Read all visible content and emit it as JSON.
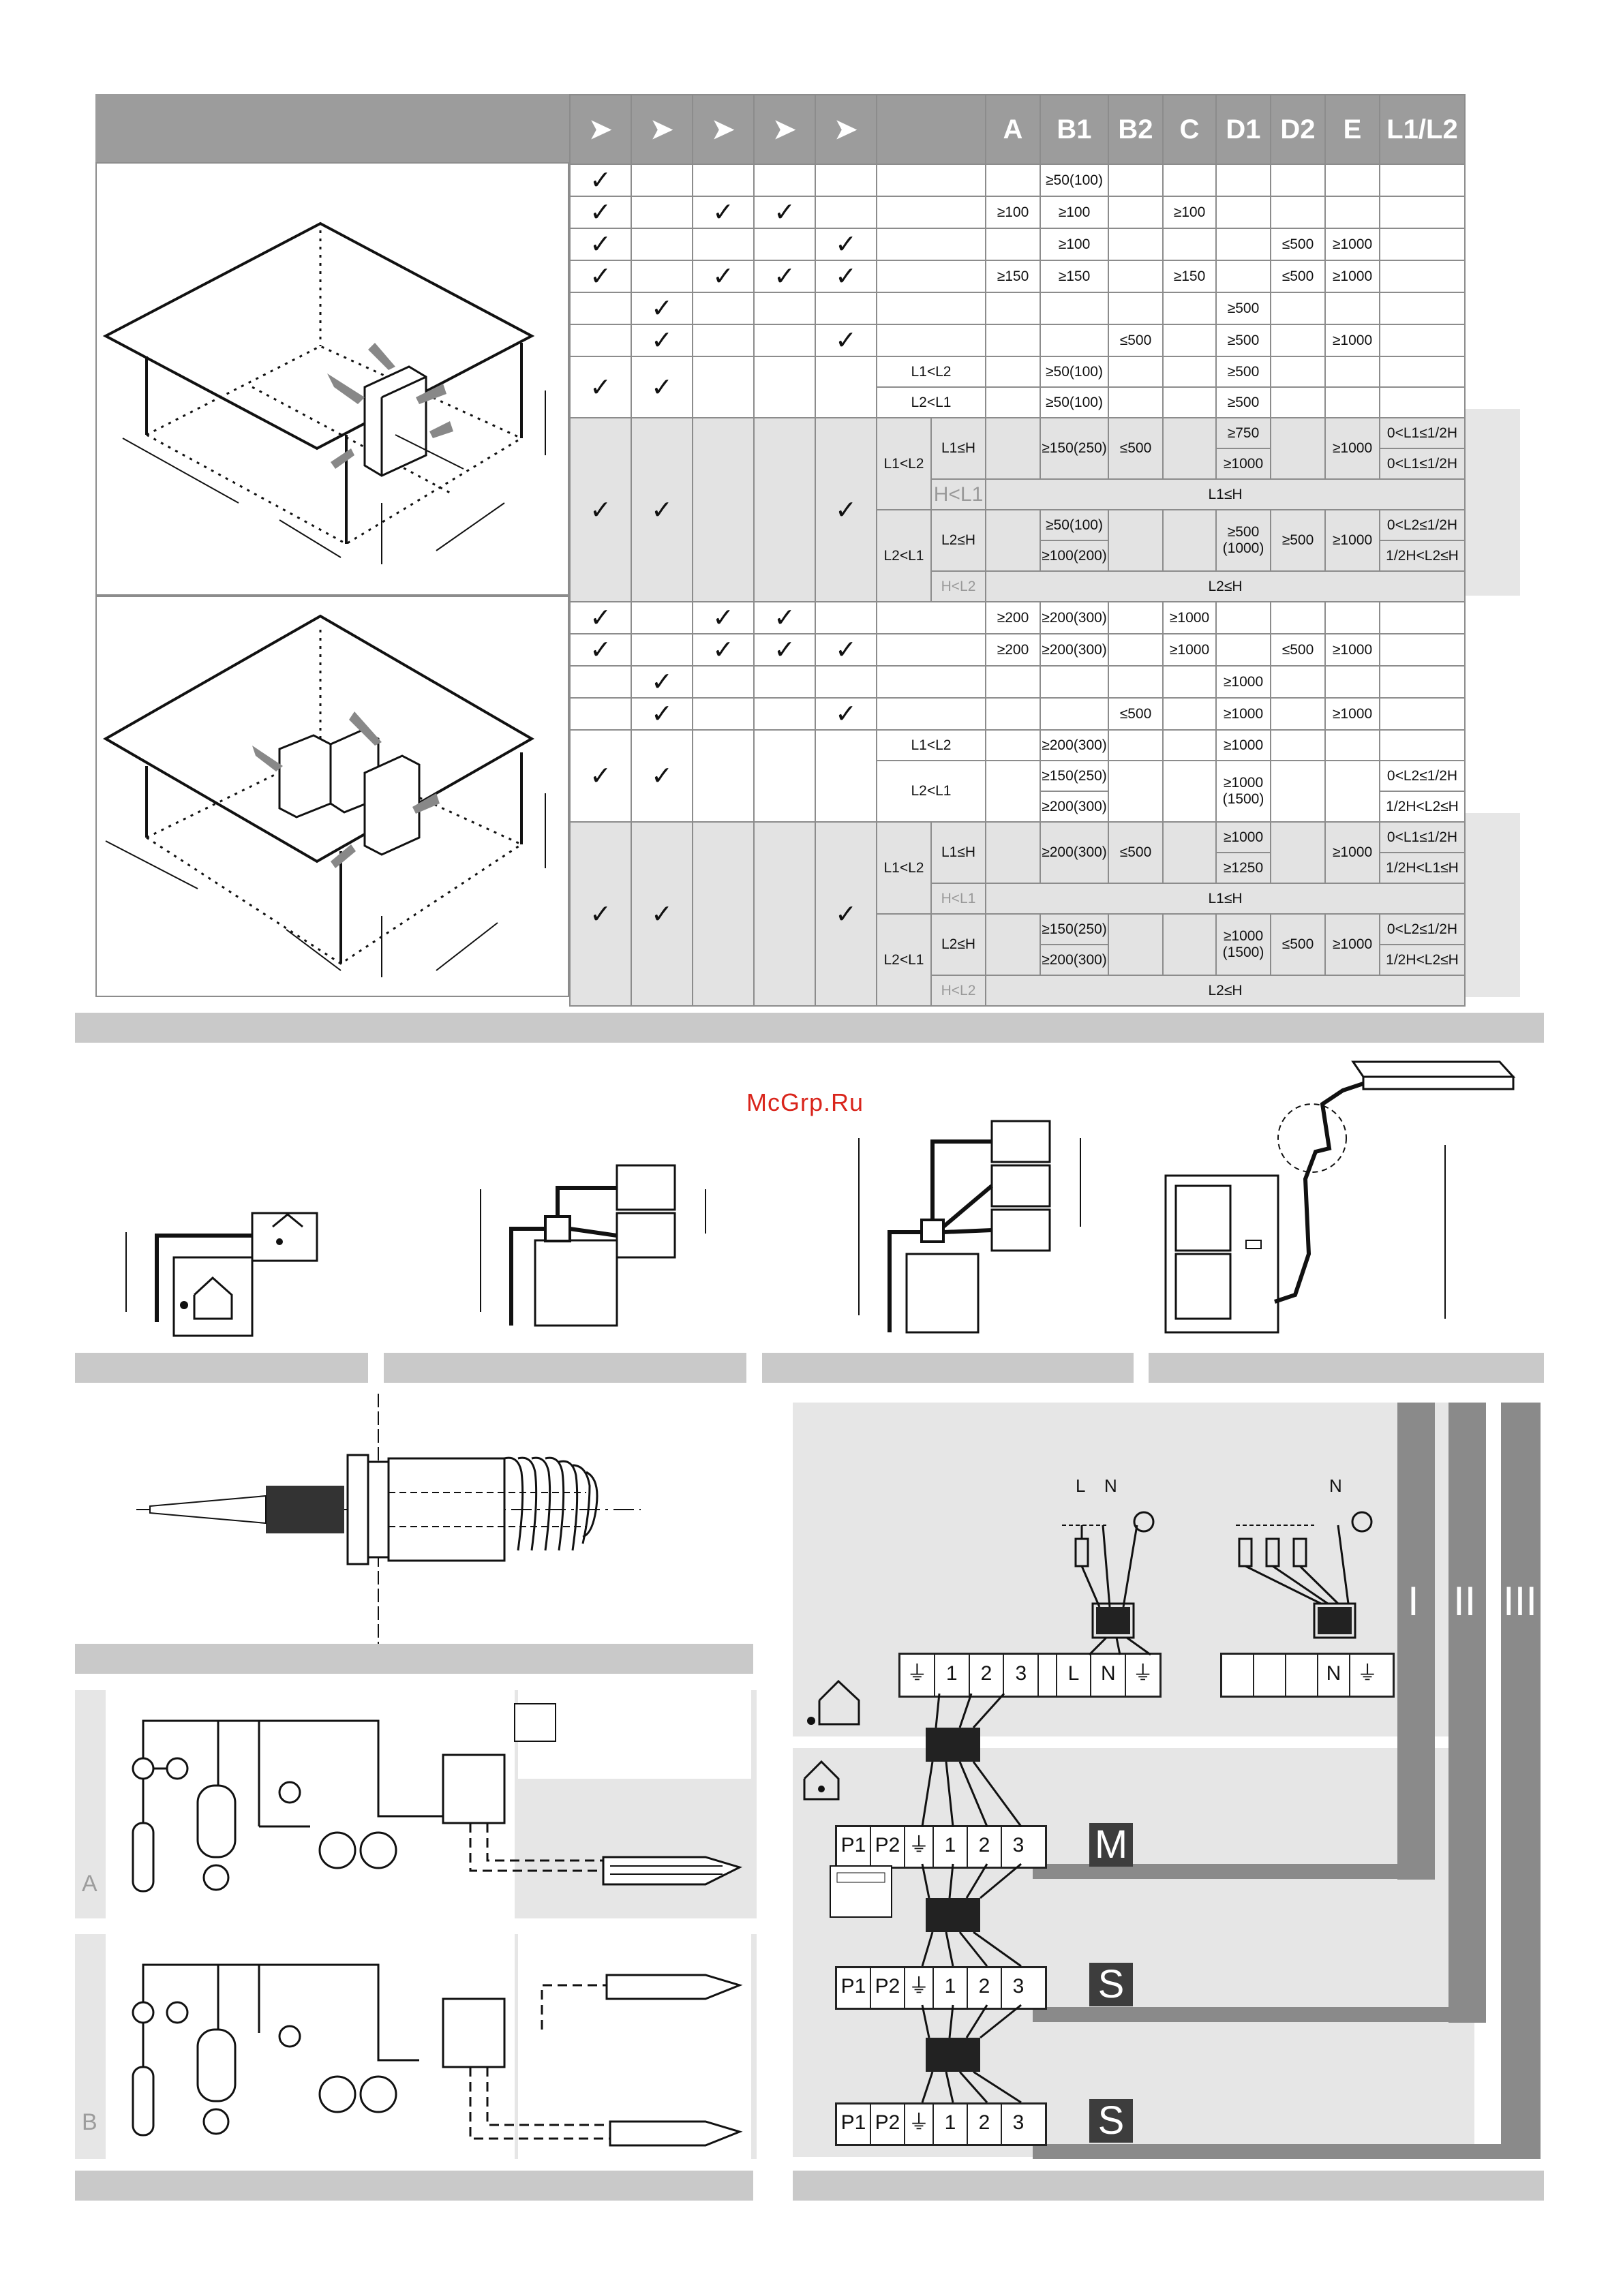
{
  "watermark": "McGrp.Ru",
  "table": {
    "col_headers": [
      "A",
      "B1",
      "B2",
      "C",
      "D1",
      "D2",
      "E",
      "L1/L2"
    ],
    "check": "✓",
    "hdr_icons": [
      "arrow-left-icon",
      "arrow-right-icon",
      "arrow-down-right-icon",
      "arrow-down-left-icon",
      "arrow-up-icon"
    ],
    "section1": {
      "r1": {
        "b1": "≥50(100)"
      },
      "r2": {
        "a": "≥100",
        "b1": "≥100",
        "c": "≥100"
      },
      "r3": {
        "b1": "≥100",
        "d2": "≤500",
        "e": "≥1000"
      },
      "r4": {
        "a": "≥150",
        "b1": "≥150",
        "c": "≥150",
        "d2": "≤500",
        "e": "≥1000"
      },
      "r5": {
        "d1": "≥500"
      },
      "r6": {
        "b2": "≤500",
        "d1": "≥500",
        "e": "≥1000"
      },
      "r7": {
        "cond": "L1<L2",
        "b1": "≥50(100)",
        "d1": "≥500"
      },
      "r8": {
        "cond": "L2<L1",
        "b1": "≥50(100)",
        "d1": "≥500"
      },
      "g1": {
        "cond": "L1<L2",
        "sub": "L1≤H",
        "b1": "≥150(250)",
        "b2": "≤500",
        "d1a": "≥750",
        "d1b": "≥1000",
        "e": "≥1000",
        "la": "0<L1≤1/2H",
        "lb": "0<L1≤1/2H",
        "hcond": "H<L1",
        "hres": "L1≤H"
      },
      "g2": {
        "cond": "L2<L1",
        "sub": "L2≤H",
        "b1a": "≥50(100)",
        "b1b": "≥100(200)",
        "d1": "≥500",
        "d1p": "(1000)",
        "d2": "≥500",
        "e": "≥1000",
        "la": "0<L2≤1/2H",
        "lb": "1/2H<L2≤H",
        "hcond": "H<L2",
        "hres": "L2≤H"
      }
    },
    "section2": {
      "r1": {
        "a": "≥200",
        "b1": "≥200(300)",
        "c": "≥1000"
      },
      "r2": {
        "a": "≥200",
        "b1": "≥200(300)",
        "c": "≥1000",
        "d2": "≤500",
        "e": "≥1000"
      },
      "r3": {
        "d1": "≥1000"
      },
      "r4": {
        "b2": "≤500",
        "d1": "≥1000",
        "e": "≥1000"
      },
      "r5": {
        "cond": "L1<L2",
        "b1": "≥200(300)",
        "d1": "≥1000"
      },
      "r6": {
        "cond": "L2<L1",
        "b1a": "≥150(250)",
        "b1b": "≥200(300)",
        "d1": "≥1000",
        "d1p": "(1500)",
        "la": "0<L2≤1/2H",
        "lb": "1/2H<L2≤H"
      },
      "g1": {
        "cond": "L1<L2",
        "sub": "L1≤H",
        "b1": "≥200(300)",
        "b2": "≤500",
        "d1a": "≥1000",
        "d1b": "≥1250",
        "e": "≥1000",
        "la": "0<L1≤1/2H",
        "lb": "1/2H<L1≤H",
        "hcond": "H<L1",
        "hres": "L1≤H"
      },
      "g2": {
        "cond": "L2<L1",
        "sub": "L2≤H",
        "b1a": "≥150(250)",
        "b1b": "≥200(300)",
        "d1": "≥1000",
        "d1p": "(1500)",
        "d2": "≤500",
        "e": "≥1000",
        "la": "0<L2≤1/2H",
        "lb": "1/2H<L2≤H",
        "hcond": "H<L2",
        "hres": "L2≤H"
      }
    }
  },
  "wiring": {
    "roman": [
      "I",
      "II",
      "III"
    ],
    "supply_left": [
      "L",
      "N"
    ],
    "supply_right": [
      "N"
    ],
    "outdoor_terminals": [
      "1",
      "2",
      "3",
      "L",
      "N"
    ],
    "outdoor_terminals_right": [
      "N"
    ],
    "unit_terminals": [
      "P1",
      "P2",
      "1",
      "2",
      "3"
    ],
    "units": [
      "M",
      "S",
      "S"
    ]
  },
  "piping_letters": [
    "A",
    "B"
  ]
}
